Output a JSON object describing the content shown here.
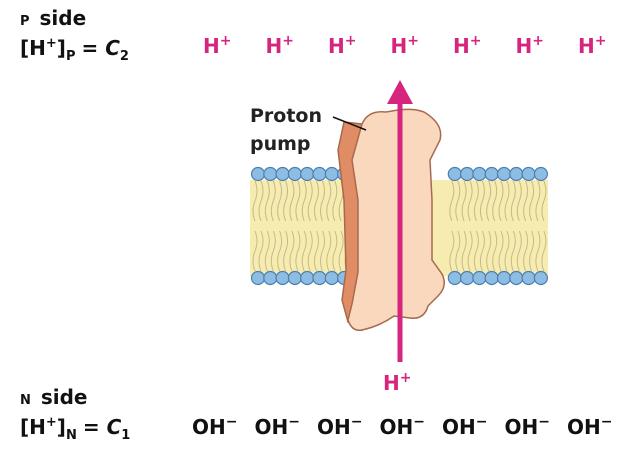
{
  "p_side": {
    "label_prefix": "P",
    "label_word": "side",
    "conc_open": "[H",
    "conc_charge": "+",
    "conc_close": "]",
    "conc_sub": "P",
    "conc_eq": "= ",
    "conc_var": "C",
    "conc_var_sub": "2",
    "ions": [
      {
        "base": "H",
        "charge": "+"
      },
      {
        "base": "H",
        "charge": "+"
      },
      {
        "base": "H",
        "charge": "+"
      },
      {
        "base": "H",
        "charge": "+"
      },
      {
        "base": "H",
        "charge": "+"
      },
      {
        "base": "H",
        "charge": "+"
      },
      {
        "base": "H",
        "charge": "+"
      }
    ]
  },
  "n_side": {
    "label_prefix": "N",
    "label_word": "side",
    "conc_open": "[H",
    "conc_charge": "+",
    "conc_close": "]",
    "conc_sub": "N",
    "conc_eq": "= ",
    "conc_var": "C",
    "conc_var_sub": "1",
    "ions": [
      {
        "base": "OH",
        "charge": "−"
      },
      {
        "base": "OH",
        "charge": "−"
      },
      {
        "base": "OH",
        "charge": "−"
      },
      {
        "base": "OH",
        "charge": "−"
      },
      {
        "base": "OH",
        "charge": "−"
      },
      {
        "base": "OH",
        "charge": "−"
      },
      {
        "base": "OH",
        "charge": "−"
      }
    ]
  },
  "pump": {
    "label_line1": "Proton",
    "label_line2": "pump"
  },
  "translocated_ion": {
    "base": "H",
    "charge": "+"
  },
  "colors": {
    "proton": "#d6257f",
    "pump_front": "#fad8bd",
    "pump_back": "#e08c64",
    "pump_outline": "#a86a4e",
    "membrane_core": "#f6ecb0",
    "lipid_head": "#8ebde3",
    "lipid_head_outline": "#4b7fae",
    "lipid_tail": "#c8b98a"
  }
}
